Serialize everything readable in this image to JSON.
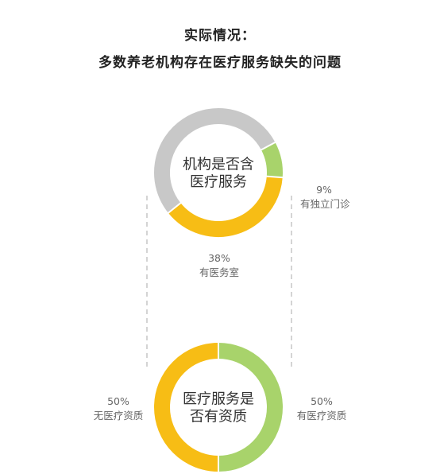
{
  "titles": {
    "line1": "实际情况：",
    "line2": "多数养老机构存在医疗服务缺失的问题"
  },
  "colors": {
    "gray": "#c8c8c8",
    "yellow": "#f7bd15",
    "green": "#a8d36b",
    "dashed": "#bcbcbc"
  },
  "chart_data": [
    {
      "type": "pie",
      "style": "donut",
      "center_label": [
        "机构是否含",
        "医疗服务"
      ],
      "slices": [
        {
          "name": "有独立门诊",
          "value": 9,
          "value_label": "9%",
          "color": "#a8d36b"
        },
        {
          "name": "有医务室",
          "value": 38,
          "value_label": "38%",
          "color": "#f7bd15"
        },
        {
          "name": "",
          "value": 53,
          "value_label": "",
          "color": "#c8c8c8"
        }
      ]
    },
    {
      "type": "pie",
      "style": "donut",
      "center_label": [
        "医疗服务是",
        "否有资质"
      ],
      "slices": [
        {
          "name": "有医疗资质",
          "value": 50,
          "value_label": "50%",
          "color": "#a8d36b"
        },
        {
          "name": "无医疗资质",
          "value": 50,
          "value_label": "50%",
          "color": "#f7bd15"
        }
      ]
    }
  ]
}
